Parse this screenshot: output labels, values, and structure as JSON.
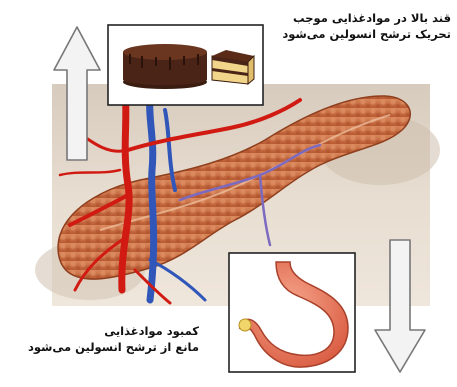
{
  "captions": {
    "top_line1": "قند بالا در موادغذایی موجب",
    "top_line2": "تحریک ترشح انسولین می‌شود",
    "bottom_line1": "کمبود موادغذایی",
    "bottom_line2": "مانع از ترشح انسولین می‌شود"
  },
  "colors": {
    "background": "#ffffff",
    "arrow_fill": "#f3f3f3",
    "arrow_stroke": "#777777",
    "pancreas": "#c8643a",
    "artery": "#d11a12",
    "vein": "#2f56b8",
    "stomach": "#e8735a",
    "cake_chocolate": "#4a2416",
    "cake_sponge": "#f1d58a"
  },
  "icons": {
    "up_arrow": "up-arrow-icon",
    "down_arrow": "down-arrow-icon",
    "cake": "cake-icon",
    "stomach": "stomach-icon",
    "pancreas": "pancreas-illustration"
  }
}
